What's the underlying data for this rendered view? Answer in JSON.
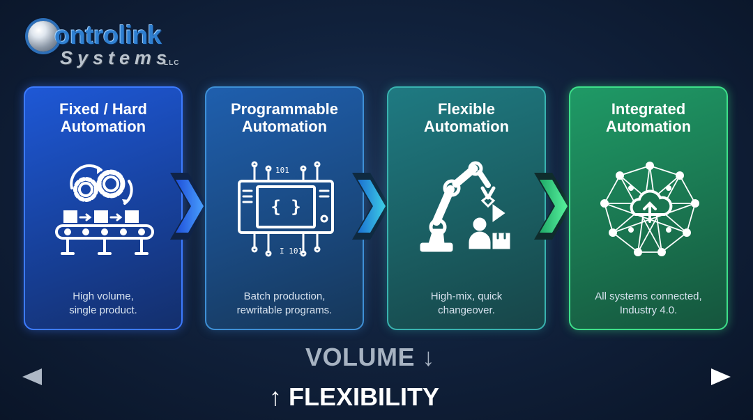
{
  "logo": {
    "word": "ontrolink",
    "sub": "Systems",
    "llc": "LLC"
  },
  "stages": [
    {
      "title": "Fixed / Hard\nAutomation",
      "desc": "High volume,\nsingle product.",
      "icon": "conveyor-gears-icon",
      "color": "#1e58d6"
    },
    {
      "title": "Programmable\nAutomation",
      "desc": "Batch production,\nrewritable programs.",
      "icon": "code-controller-icon",
      "color": "#1f5fae"
    },
    {
      "title": "Flexible\nAutomation",
      "desc": "High-mix, quick\nchangeover.",
      "icon": "robot-arm-icon",
      "color": "#1f7a82"
    },
    {
      "title": "Integrated\nAutomation",
      "desc": "All systems connected,\nIndustry 4.0.",
      "icon": "cloud-network-icon",
      "color": "#1f9a66"
    }
  ],
  "axis": {
    "top_label": "VOLUME ↓",
    "bottom_label": "↑ FLEXIBILITY"
  }
}
